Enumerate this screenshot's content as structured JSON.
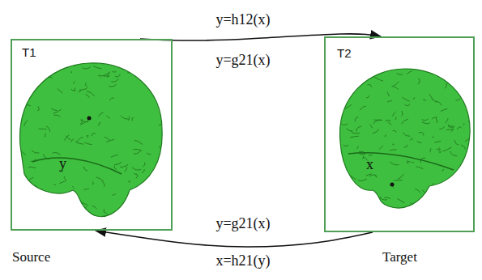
{
  "diagram": {
    "nodes": [
      {
        "text": [
          "T1",
          "y",
          "Source"
        ]
      },
      {
        "text": [
          "T2",
          "x",
          "Target"
        ]
      }
    ],
    "edges": [
      {
        "from": 0,
        "to": 1,
        "arrow": "to",
        "label": "y=h12(x)"
      },
      {
        "from": 1,
        "to": 0,
        "arrow": "to",
        "label": "x=h21(y)"
      }
    ],
    "labels": [
      "y=g21(x)",
      "y=g21(x)"
    ]
  }
}
